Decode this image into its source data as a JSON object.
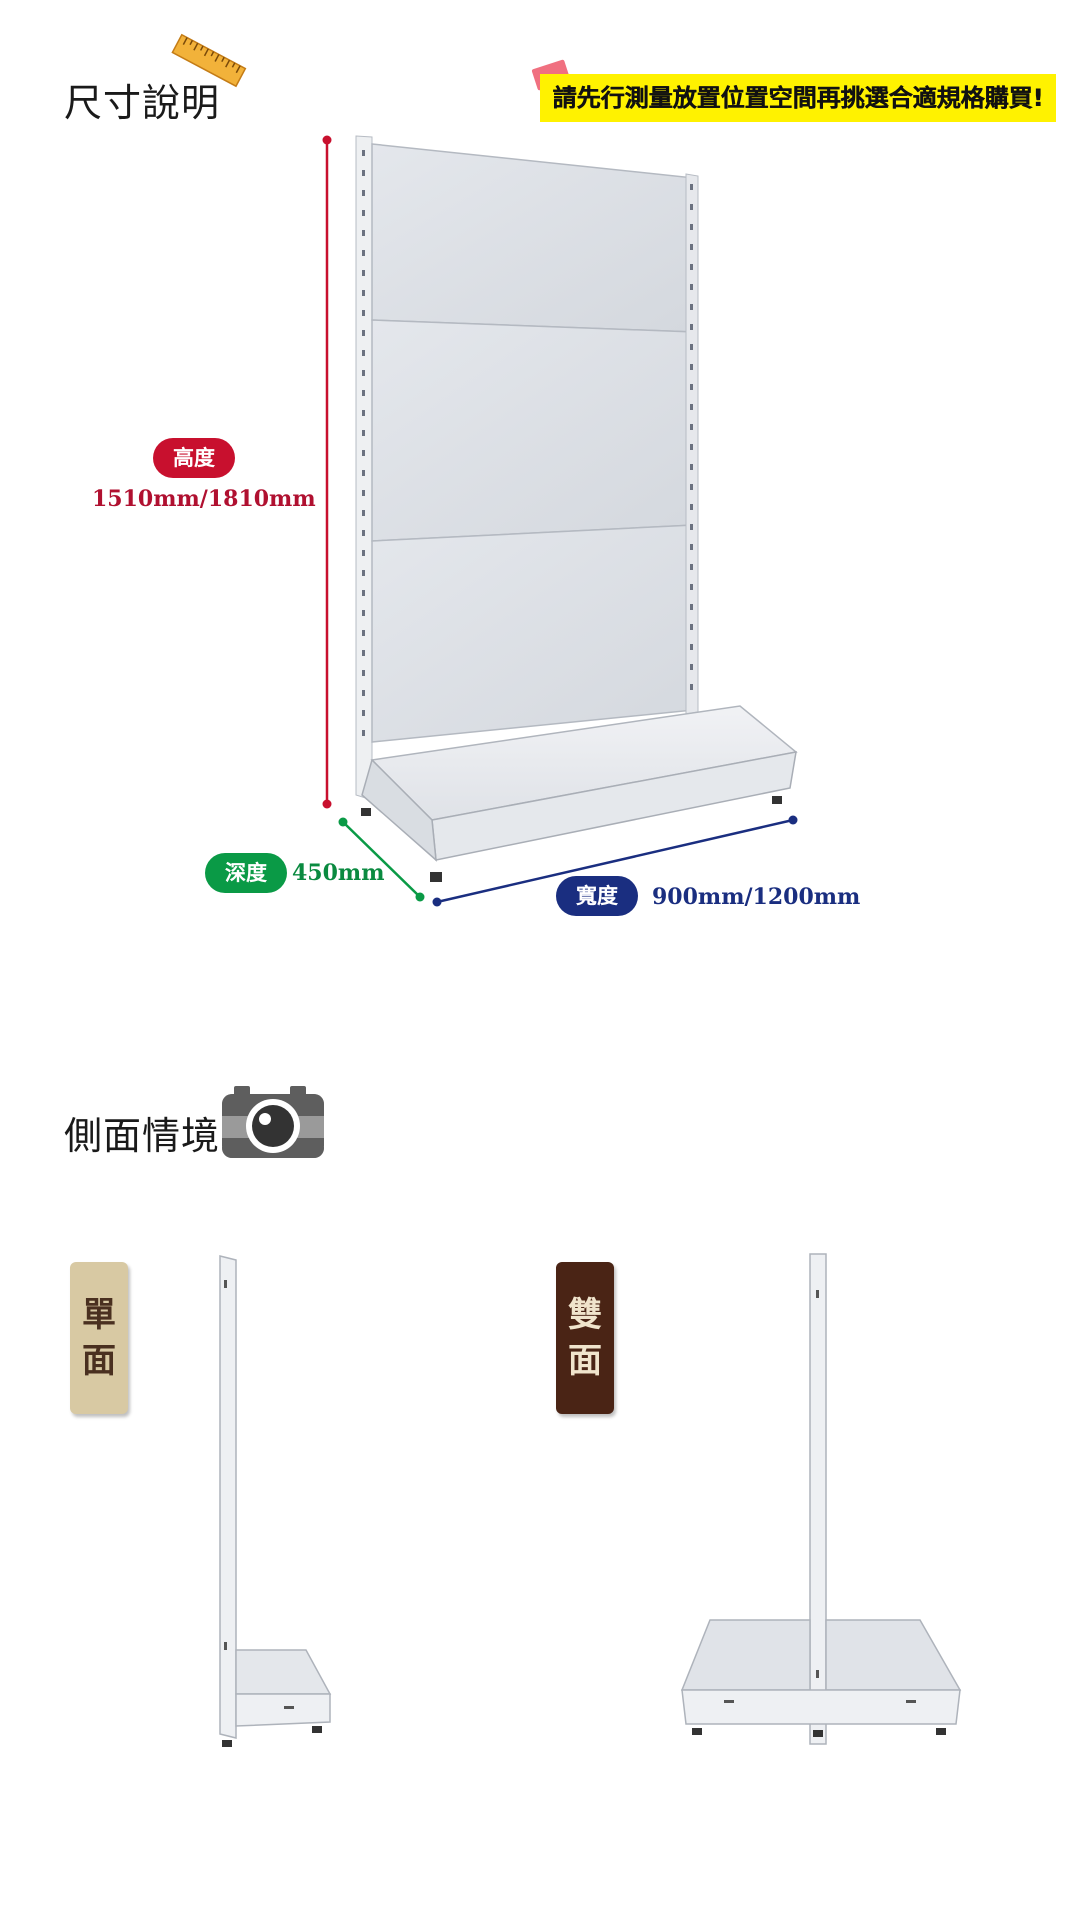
{
  "dimensions": {
    "title": "尺寸說明",
    "notice": "請先行測量放置位置空間再挑選合適規格購買!",
    "height_label": "高度",
    "height_value": "1510mm/1810mm",
    "depth_label": "深度",
    "depth_value": "450mm",
    "width_label": "寬度",
    "width_value": "900mm/1200mm"
  },
  "side_view": {
    "title": "側面情境",
    "single_label": [
      "單",
      "面"
    ],
    "double_label": [
      "雙",
      "面"
    ]
  },
  "colors": {
    "height": "#c8102e",
    "depth": "#0a9a46",
    "width": "#1a2e80",
    "notice_bg": "#fff200"
  },
  "icons": [
    "ruler-icon",
    "camera-icon"
  ]
}
